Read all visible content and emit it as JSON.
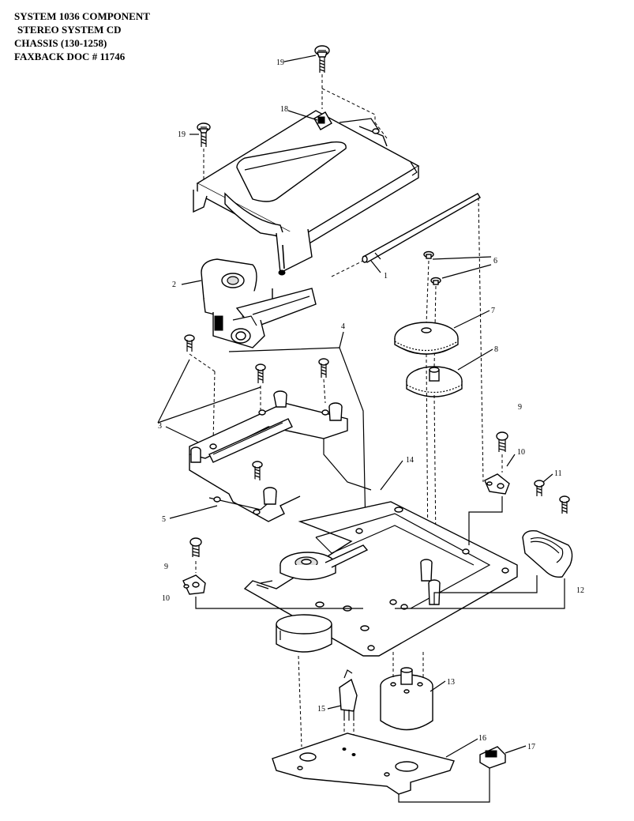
{
  "header": {
    "line1": "SYSTEM 1036 COMPONENT",
    "line2": "STEREO SYSTEM CD",
    "line3": "CHASSIS  (130-1258)",
    "line4": "FAXBACK DOC # 11746"
  },
  "callouts": {
    "c1": "1",
    "c2": "2",
    "c3": "3",
    "c4": "4",
    "c5": "5",
    "c6": "6",
    "c7": "7",
    "c8": "8",
    "c9a": "9",
    "c9b": "9",
    "c10a": "10",
    "c10b": "10",
    "c11": "11",
    "c12": "12",
    "c13": "13",
    "c14": "14",
    "c15": "15",
    "c16": "16",
    "c17": "17",
    "c18": "18",
    "c19a": "19",
    "c19b": "19"
  }
}
